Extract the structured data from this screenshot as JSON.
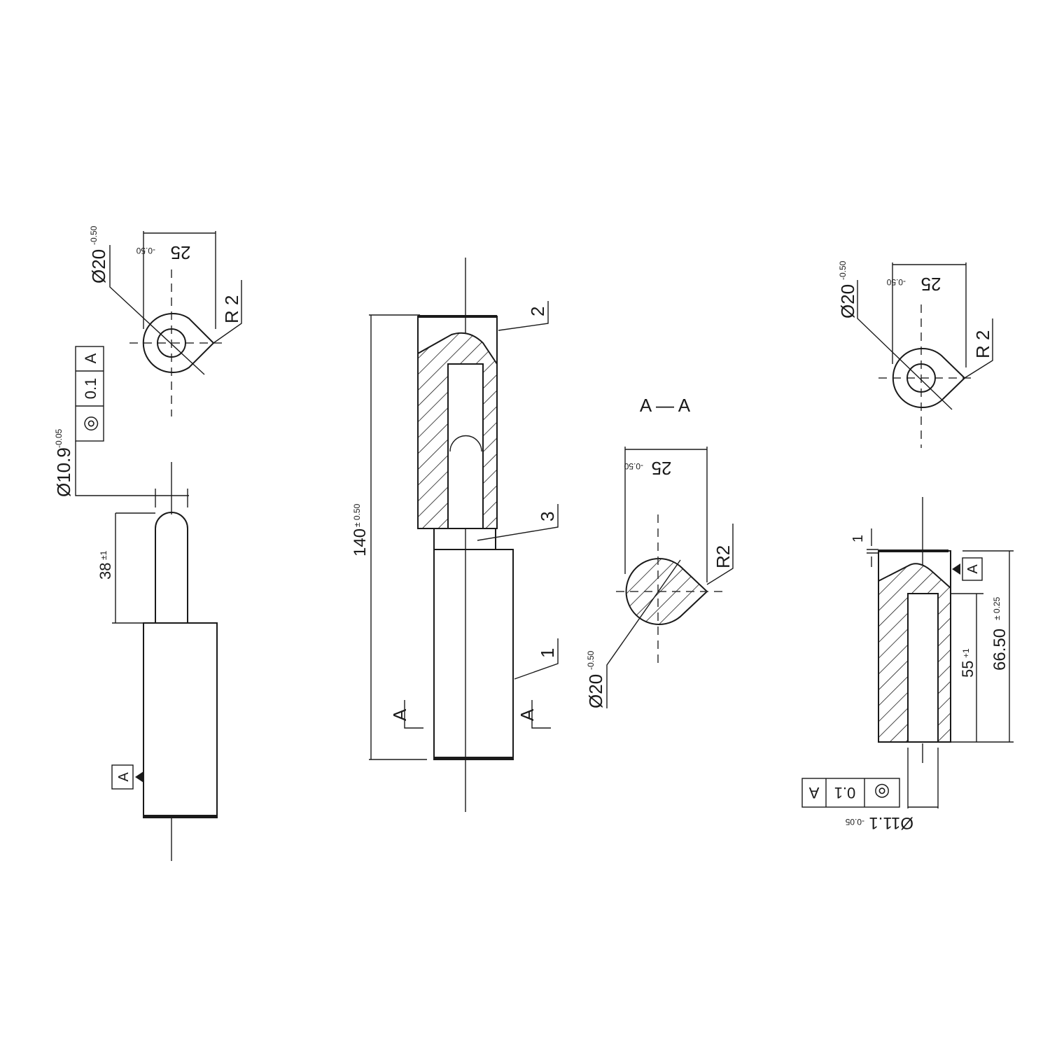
{
  "left_top_view": {
    "diameter": "Ø20",
    "diameter_tol": "-0.50",
    "width": "25",
    "width_tol": "-0.50",
    "radius": "R 2"
  },
  "left_fcf": {
    "symbol": "◎",
    "tolerance": "0.1",
    "datum": "A"
  },
  "left_pin": {
    "diameter": "Ø10.9",
    "diameter_tol": "-0.05",
    "length": "38",
    "length_tol": "±1",
    "datum": "A"
  },
  "assembly": {
    "length": "140",
    "length_tol": "± 0.50",
    "part2": "2",
    "part3": "3",
    "part1": "1",
    "section_left": "A",
    "section_right": "A"
  },
  "section_view": {
    "title": "A — A",
    "width": "25",
    "width_tol": "-0.50",
    "radius": "R2",
    "diameter": "Ø20",
    "diameter_tol": "-0.50"
  },
  "right_top_view": {
    "diameter": "Ø20",
    "diameter_tol": "-0.50",
    "width": "25",
    "width_tol": "-0.50",
    "radius": "R 2"
  },
  "right_section": {
    "gap": "1",
    "datum": "A",
    "depth": "55",
    "depth_tol": "+1",
    "height": "66.50",
    "height_tol": "± 0.25",
    "bore": "Ø11.1",
    "bore_tol": "-0.05"
  },
  "right_fcf": {
    "symbol": "◎",
    "tolerance": "0.1",
    "datum": "A"
  }
}
